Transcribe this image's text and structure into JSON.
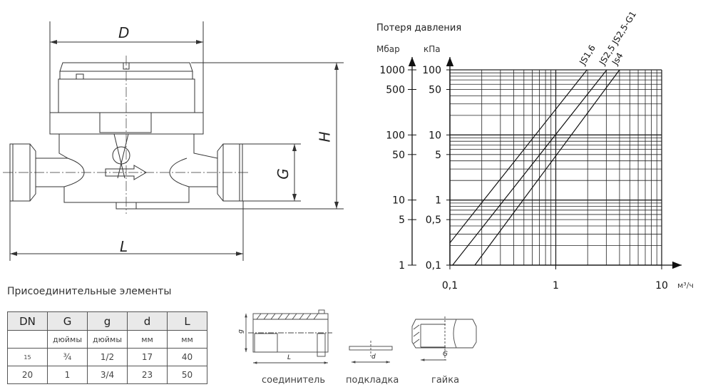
{
  "meter_drawing": {
    "dimensions": {
      "D": "D",
      "H": "H",
      "G": "G",
      "L": "L"
    }
  },
  "fittings_section": {
    "title": "Присоединительные элементы",
    "table": {
      "headers": [
        "DN",
        "G",
        "g",
        "d",
        "L"
      ],
      "units": [
        "",
        "дюймы",
        "дюймы",
        "мм",
        "мм"
      ],
      "rows": [
        [
          "15",
          "¾",
          "1/2",
          "17",
          "40"
        ],
        [
          "20",
          "1",
          "3/4",
          "23",
          "50"
        ]
      ]
    },
    "parts": [
      {
        "label": "соединитель",
        "dim1": "g",
        "dim2": "L"
      },
      {
        "label": "подкладка",
        "dim1": "d"
      },
      {
        "label": "гайка",
        "dim1": "G"
      }
    ]
  },
  "chart_data": {
    "type": "line",
    "title": "Потеря давления",
    "xlabel": "м³/ч",
    "ylabel_left": "Мбар",
    "ylabel_right": "кПа",
    "xscale": "log",
    "yscale": "log",
    "xlim": [
      0.1,
      10
    ],
    "ylim": [
      0.1,
      100
    ],
    "x_ticks": [
      "0,1",
      "1",
      "10"
    ],
    "y_ticks_kpa": [
      {
        "v": 100,
        "label": "100"
      },
      {
        "v": 50,
        "label": "50"
      },
      {
        "v": 10,
        "label": "10"
      },
      {
        "v": 5,
        "label": "5"
      },
      {
        "v": 1,
        "label": "1"
      },
      {
        "v": 0.5,
        "label": "0,5"
      },
      {
        "v": 0.1,
        "label": "0,1"
      }
    ],
    "y_ticks_mbar": [
      {
        "v": 100,
        "label": "1000"
      },
      {
        "v": 50,
        "label": "500"
      },
      {
        "v": 10,
        "label": "100"
      },
      {
        "v": 5,
        "label": "50"
      },
      {
        "v": 1,
        "label": "10"
      },
      {
        "v": 0.5,
        "label": "5"
      },
      {
        "v": 0.1,
        "label": "1"
      }
    ],
    "grid": true,
    "series": [
      {
        "name": "JS1,6",
        "points": [
          [
            0.1,
            0.22
          ],
          [
            1.97,
            100
          ]
        ]
      },
      {
        "name": "JS2,5 JS2,5-G1",
        "points": [
          [
            0.106,
            0.1
          ],
          [
            3.03,
            100
          ]
        ]
      },
      {
        "name": "Js4",
        "points": [
          [
            0.172,
            0.1
          ],
          [
            4.0,
            100
          ]
        ]
      }
    ]
  }
}
